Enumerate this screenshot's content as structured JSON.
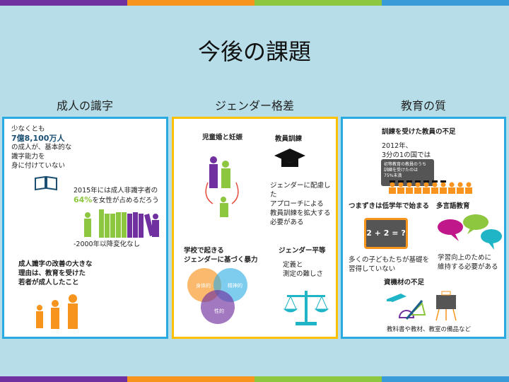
{
  "colors": {
    "purple": "#7030a0",
    "orange": "#f7941d",
    "green": "#8dc63f",
    "blue": "#3a9bd9"
  },
  "title": "今後の課題",
  "columns": [
    {
      "heading": "成人の識字",
      "intro": "少なくとも",
      "big": "7億8,100万人",
      "rest": "の成人が、基本的な\n識字能力を\n身に付けていない",
      "stat_line1": "2015年には成人非識字者の",
      "stat_pct": "64%",
      "stat_line2": "を女性が占めるだろう",
      "note": "-2000年以降変化なし",
      "reason": "成人識字の改善の大きな\n理由は、教育を受けた\n若者が成人したこと"
    },
    {
      "heading": "ジェンダー格差",
      "child_marriage": "児童婚と妊娠",
      "teacher_training": "教員訓練",
      "teacher_text": "ジェンダーに配慮した\nアプローチによる\n教員訓練を拡大する\n必要がある",
      "violence": "学校で起きる\nジェンダーに基づく暴力",
      "venn": [
        "身体的",
        "精神的",
        "性的"
      ],
      "equality": "ジェンダー平等",
      "equality_text": "定義と\n測定の難しさ"
    },
    {
      "heading": "教育の質",
      "trained": "訓練を受けた教員の不足",
      "year_text": "2012年、\n3分の1の国では",
      "board_text": "初等教育の教員のうち\n訓練を受けたのは\n75%未満",
      "struggle": "つまずきは低学年で始まる",
      "equation": "2 + 2 = ?",
      "struggle_text": "多くの子どもたちが基礎を\n習得していない",
      "multi": "多言語教育",
      "multi_text": "学習向上のために\n維持する必要がある",
      "materials": "資機材の不足",
      "materials_text": "教科書や教材、教室の備品など"
    }
  ]
}
